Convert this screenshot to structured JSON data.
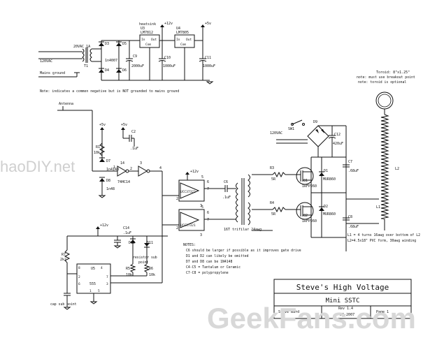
{
  "labels": {
    "v12_top": "+12v",
    "v5_top": "+5v",
    "heatsink": "heatsink",
    "u3": "U3",
    "u3_part": "LM7812",
    "u3_in": "In",
    "u3_out": "Out",
    "u3_com": "Com",
    "u4": "U4",
    "u4_part": "LM7805",
    "u4_in": "In",
    "u4_out": "Out",
    "u4_com": "Com",
    "c9": "C9",
    "c9_val": "2000uF",
    "c10": "C10",
    "c10_val": "1000uF",
    "c11": "C11",
    "c11_val": "1000uF",
    "d3": "D3",
    "d4": "D4",
    "d5": "D5",
    "d6": "D6",
    "diode_part": "1n4007",
    "t1_rating": "20VAC 1A",
    "t1": "T1",
    "ac_in": "120VAC",
    "mains_ground": "Mains ground",
    "note_ground": "Note: indicates a common negative but is NOT grounded to mains ground",
    "antenna": "Antenna",
    "v5_a": "+5v",
    "v5_b": "+5v",
    "c2": "C2",
    "c2_val": ".1uF",
    "r1": "R1",
    "r1_val": "10k",
    "d7": "D7",
    "d7_part": "1n4148",
    "d8": "D8",
    "d8_part": "1n48",
    "inv_pin1": "1",
    "inv_pin2": "2",
    "inv_pin3": "3",
    "inv_pin4": "4",
    "inv_part": "74HC14",
    "inv_u": "14",
    "v12_drv": "+12v",
    "u1_part": "UCC37322",
    "u2_part": "UCC37321",
    "c6": "C6",
    "c6_val": ".1uF",
    "pin_5a": "5",
    "pin_6a": "6",
    "pin_7a": "7",
    "pin_2a": "2",
    "pin_3a": "3",
    "pin_5b": "5",
    "pin_6b": "6",
    "pin_7b": "7",
    "pin_2b": "2",
    "pin_3b": "3",
    "gdt": "16T trifilar 24awg",
    "r3": "R3",
    "r3_val": "5R",
    "r4": "R4",
    "r4_val": "5R",
    "q1": "Q1",
    "q1_part": "IRFP260",
    "q2": "Q2",
    "q2_part": "IRFP260",
    "d1": "D1",
    "d1_part": "MUR860",
    "d2": "D2",
    "d2_part": "MUR860",
    "sw1": "SW1",
    "ac_main": "120VAC",
    "d9": "D9",
    "c12": "C12",
    "c12_val": "420uF",
    "c7": "C7",
    "c7_val": ".68uF",
    "c8": "C8",
    "c8_val": ".68uF",
    "toroid": "Toroid: 8\"x1.25\"",
    "toroid_note1": "note: must use breakout point",
    "toroid_note2": "note: toroid is optional",
    "l2": "L2",
    "l1": "L1",
    "l_note1": "L1 = 4 turns 16awg over bottom of L2",
    "l_note2": "L2=4.5x18\" PVC form, 30awg winding",
    "v12_555": "+12v",
    "c14": "C14",
    "c14_val": ".1uF",
    "d10": "D10",
    "d11": "D11",
    "r7": "R7",
    "r7_val": "2k2",
    "u5": "U5",
    "u5_part": "555",
    "p8": "8",
    "p4": "4",
    "p2": "2",
    "p6": "6",
    "p7": "7",
    "p3": "3",
    "p1": "1",
    "p5": "5",
    "r5": "R5",
    "r5_val": "10k",
    "r6": "R6",
    "r6_val": "10k",
    "resistor_sub": "resistor sub",
    "resistor_sub2": "point",
    "cap_sub": "cap sub point",
    "notes_title": "NOTES:",
    "note1": "C6 should be larger if possible as it improves gate drive",
    "note2": "D1 and D2 can likely be omitted",
    "note3": "D7 and D8 can be 1N4148",
    "note4": "C4-C5 = Tantalum or Ceramic",
    "note5": "C7-C8 = polypropylene"
  },
  "title_block": {
    "title": "Steve's High Voltage",
    "subtitle": "Mini SSTC",
    "author": "Steve Ward",
    "rev": "Rev 1.4",
    "date": "4-28-2007",
    "page": "Page 1"
  },
  "watermarks": {
    "left": "haoDIY.net",
    "right": "GeekFans.com"
  }
}
